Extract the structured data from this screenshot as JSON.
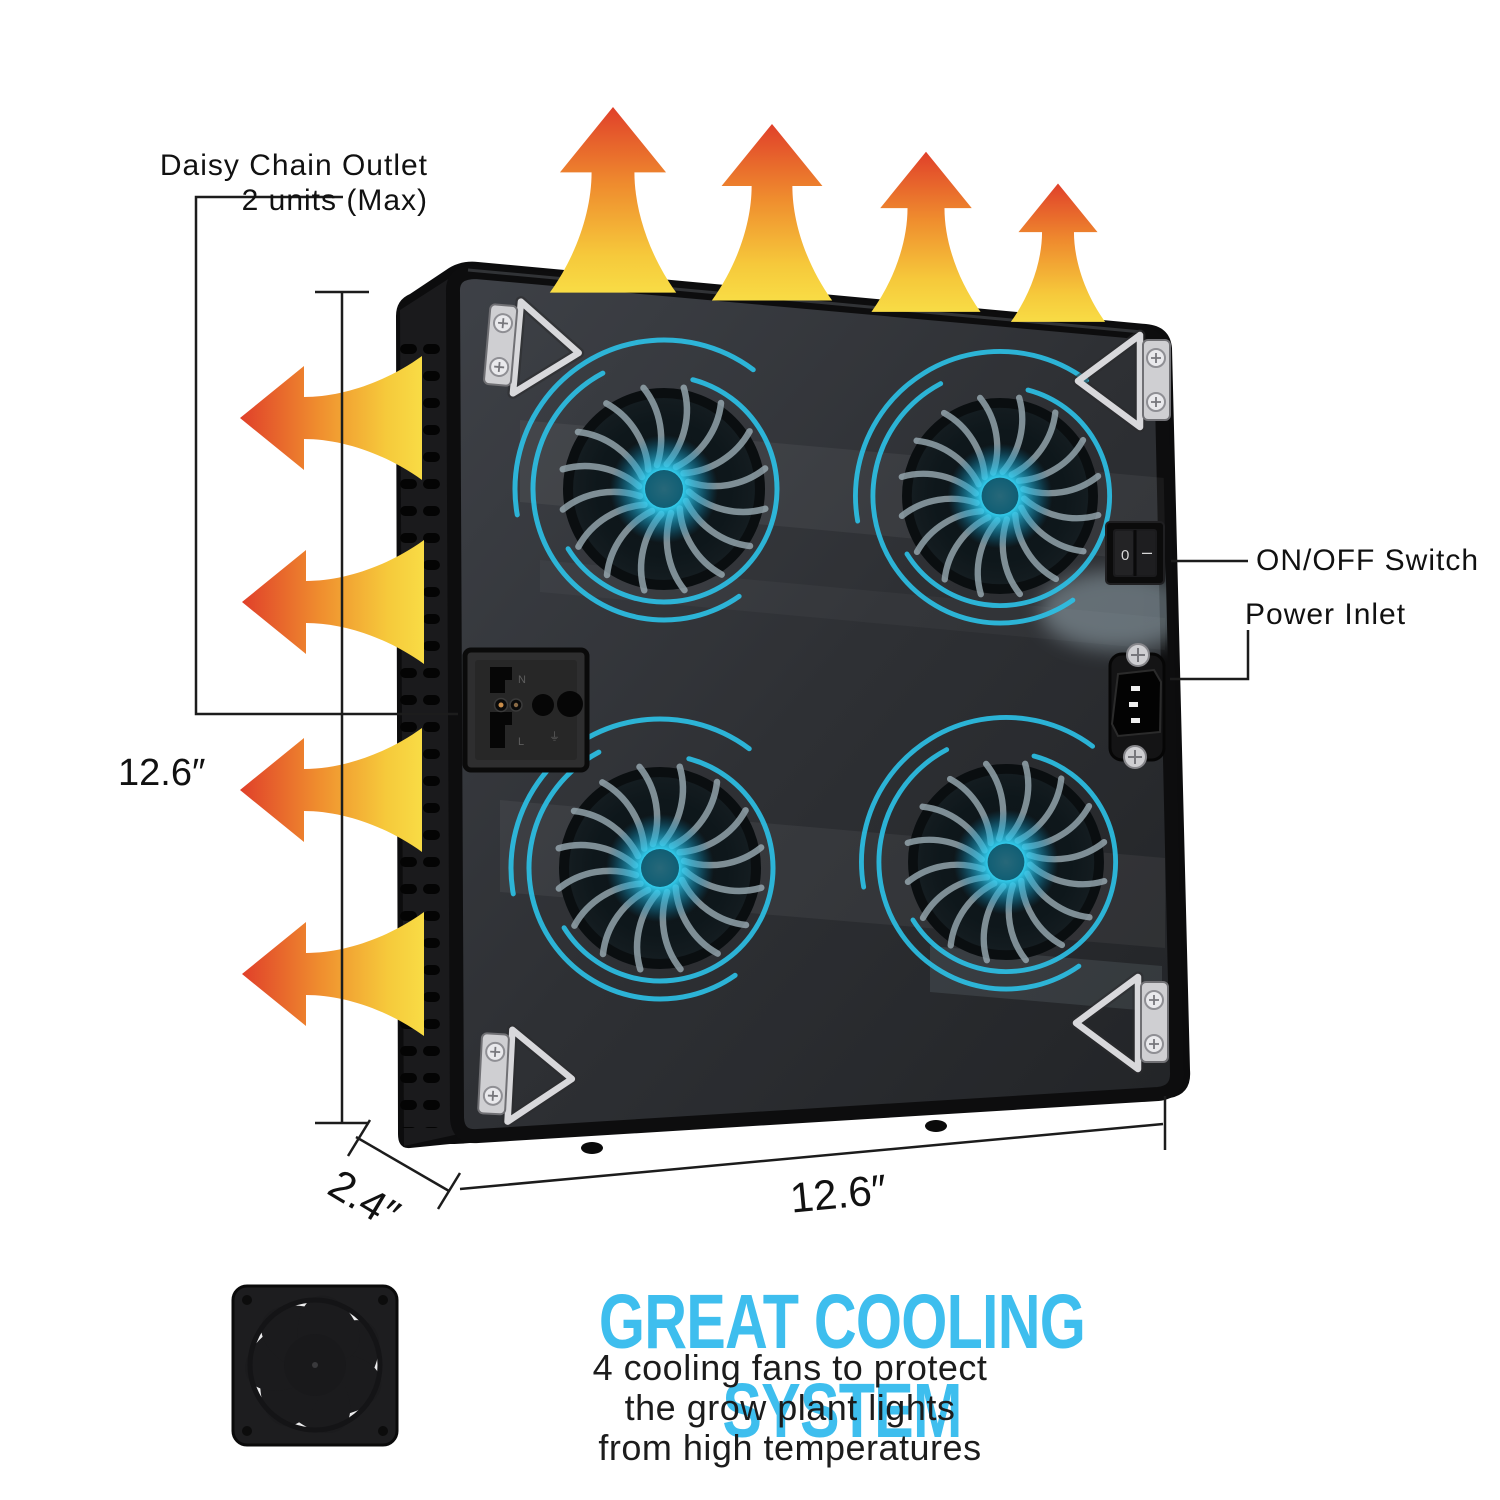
{
  "product_diagram": {
    "callouts": {
      "daisy_chain_line1": "Daisy Chain Outlet",
      "daisy_chain_line2": "2 units (Max)",
      "on_off_switch": "ON/OFF Switch",
      "power_inlet": "Power Inlet"
    },
    "dimensions": {
      "height": "12.6″",
      "depth": "2.4″",
      "width": "12.6″"
    },
    "switch_marks": {
      "off": "0",
      "on": "–"
    },
    "outlet_marks": {
      "neutral": "N",
      "live": "L",
      "ground": "⏚"
    },
    "footer": {
      "title": "GREAT COOLING SYSTEM",
      "line1": "4 cooling fans to protect",
      "line2": "the grow plant lights",
      "line3": "from high temperatures"
    },
    "colors": {
      "title_cyan": "#3EBEEE",
      "fan_glow": "#35D6F8",
      "fan_arc": "#2CC2E8",
      "heat_arrow_tip": "#E0402A",
      "heat_arrow_base": "#F8DC45",
      "panel_dark": "#2B2D31"
    }
  }
}
